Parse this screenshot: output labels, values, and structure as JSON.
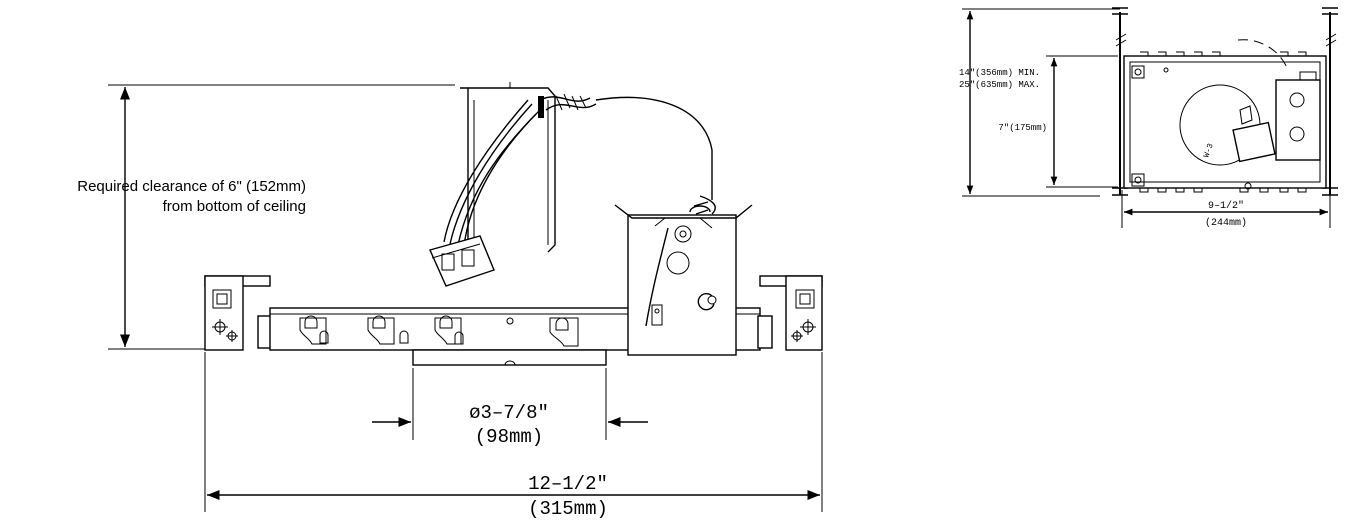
{
  "front_view": {
    "clearance_line1": "Required clearance of 6\" (152mm)",
    "clearance_line2": "from bottom of ceiling",
    "aperture_imperial": "ø3–7/8\"",
    "aperture_metric": "(98mm)",
    "width_imperial": "12–1/2\"",
    "width_metric": "(315mm)"
  },
  "top_view": {
    "height_min": "14\"(356mm)  MIN.",
    "height_max": "25\"(635mm)  MAX.",
    "inner_height": "7\"(175mm)",
    "width_imperial": "9–1/2\"",
    "width_metric": "(244mm)"
  }
}
